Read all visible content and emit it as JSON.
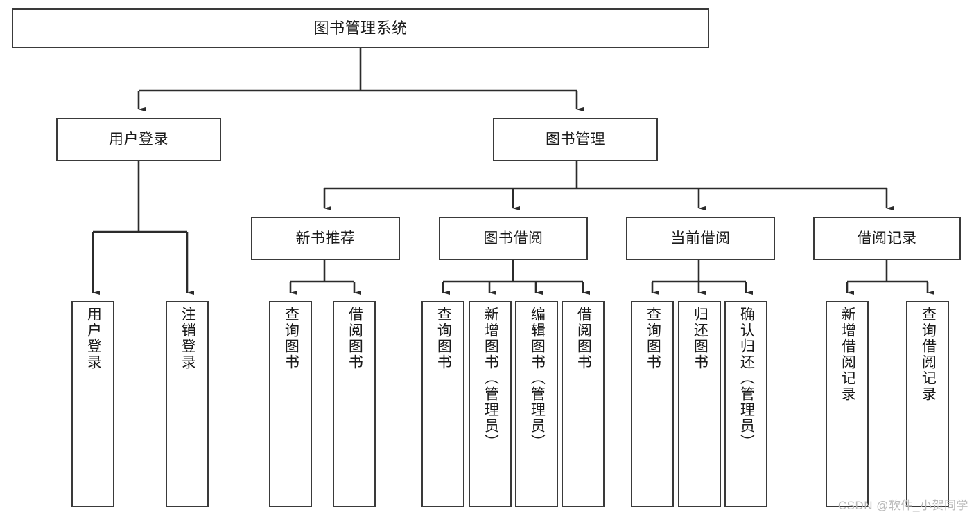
{
  "diagram": {
    "title": "图书管理系统",
    "type": "tree-hierarchy",
    "theme": {
      "background": "#ffffff",
      "box_border": "#3a3a3a",
      "box_fill": "#ffffff",
      "edge_color": "#2b2b2b",
      "text_color": "#1a1a1a",
      "watermark_color": "#b8b8b8"
    },
    "levels": {
      "level1": [
        "图书管理系统"
      ],
      "level2": [
        "用户登录",
        "图书管理"
      ],
      "level3": [
        "新书推荐",
        "图书借阅",
        "当前借阅",
        "借阅记录"
      ],
      "level4": [
        "用户登录",
        "注销登录",
        "查询图书",
        "借阅图书",
        "查询图书",
        "新增图书（管理员）",
        "编辑图书（管理员）",
        "借阅图书",
        "查询图书",
        "归还图书",
        "确认归还（管理员）",
        "新增借阅记录",
        "查询借阅记录"
      ]
    },
    "nodes": {
      "root": {
        "label": "图书管理系统"
      },
      "user_login": {
        "label": "用户登录"
      },
      "book_mgmt": {
        "label": "图书管理"
      },
      "new_book_rec": {
        "label": "新书推荐"
      },
      "book_borrow": {
        "label": "图书借阅"
      },
      "current_borrow": {
        "label": "当前借阅"
      },
      "borrow_record": {
        "label": "借阅记录"
      },
      "leaf_user_login": {
        "label": "用户登录"
      },
      "leaf_logout": {
        "label": "注销登录"
      },
      "leaf_query_book_1": {
        "label": "查询图书"
      },
      "leaf_borrow_book_1": {
        "label": "借阅图书"
      },
      "leaf_query_book_2": {
        "label": "查询图书"
      },
      "leaf_add_book": {
        "label": "新增图书（管理员）"
      },
      "leaf_edit_book": {
        "label": "编辑图书（管理员）"
      },
      "leaf_borrow_book_2": {
        "label": "借阅图书"
      },
      "leaf_query_book_3": {
        "label": "查询图书"
      },
      "leaf_return_book": {
        "label": "归还图书"
      },
      "leaf_confirm_return": {
        "label": "确认归还（管理员）"
      },
      "leaf_add_record": {
        "label": "新增借阅记录"
      },
      "leaf_query_record": {
        "label": "查询借阅记录"
      }
    },
    "edges": [
      {
        "from": "root",
        "to": "user_login"
      },
      {
        "from": "root",
        "to": "book_mgmt"
      },
      {
        "from": "user_login",
        "to": "leaf_user_login"
      },
      {
        "from": "user_login",
        "to": "leaf_logout"
      },
      {
        "from": "book_mgmt",
        "to": "new_book_rec"
      },
      {
        "from": "book_mgmt",
        "to": "book_borrow"
      },
      {
        "from": "book_mgmt",
        "to": "current_borrow"
      },
      {
        "from": "book_mgmt",
        "to": "borrow_record"
      },
      {
        "from": "new_book_rec",
        "to": "leaf_query_book_1"
      },
      {
        "from": "new_book_rec",
        "to": "leaf_borrow_book_1"
      },
      {
        "from": "book_borrow",
        "to": "leaf_query_book_2"
      },
      {
        "from": "book_borrow",
        "to": "leaf_add_book"
      },
      {
        "from": "book_borrow",
        "to": "leaf_edit_book"
      },
      {
        "from": "book_borrow",
        "to": "leaf_borrow_book_2"
      },
      {
        "from": "current_borrow",
        "to": "leaf_query_book_3"
      },
      {
        "from": "current_borrow",
        "to": "leaf_return_book"
      },
      {
        "from": "current_borrow",
        "to": "leaf_confirm_return"
      },
      {
        "from": "borrow_record",
        "to": "leaf_add_record"
      },
      {
        "from": "borrow_record",
        "to": "leaf_query_record"
      }
    ],
    "watermark": "CSDN @软件_小贺同学"
  }
}
